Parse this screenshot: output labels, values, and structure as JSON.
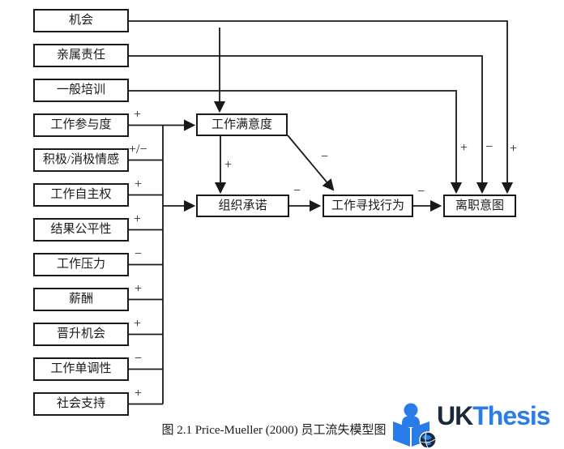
{
  "boxes": {
    "opportunity": "机会",
    "kinship": "亲属责任",
    "training": "一般培训",
    "participation": "工作参与度",
    "affect": "积极/消极情感",
    "autonomy": "工作自主权",
    "justice": "结果公平性",
    "stress": "工作压力",
    "pay": "薪酬",
    "promotion": "晋升机会",
    "routinization": "工作单调性",
    "support": "社会支持",
    "satisfaction": "工作满意度",
    "commitment": "组织承诺",
    "search": "工作寻找行为",
    "intent": "离职意图"
  },
  "signs": {
    "participation": "+",
    "affect": "+/−",
    "autonomy": "+",
    "justice": "+",
    "stress": "−",
    "pay": "+",
    "promotion": "+",
    "routinization": "−",
    "support": "+",
    "satisfaction_commitment": "+",
    "satisfaction_search": "−",
    "commitment_search": "−",
    "search_intent": "−",
    "training_intent": "+",
    "kinship_intent": "−",
    "opportunity_intent": "+"
  },
  "caption": "图 2.1 Price-Mueller (2000) 员工流失模型图",
  "logo": {
    "uk": "UK",
    "thesis": "Thesis",
    "icon": "reader-open-book-globe-icon",
    "uk_color": "#1b2a3b",
    "thesis_color": "#2a7ce9"
  },
  "colors": {
    "line": "#1a1a1a",
    "background": "#ffffff"
  }
}
